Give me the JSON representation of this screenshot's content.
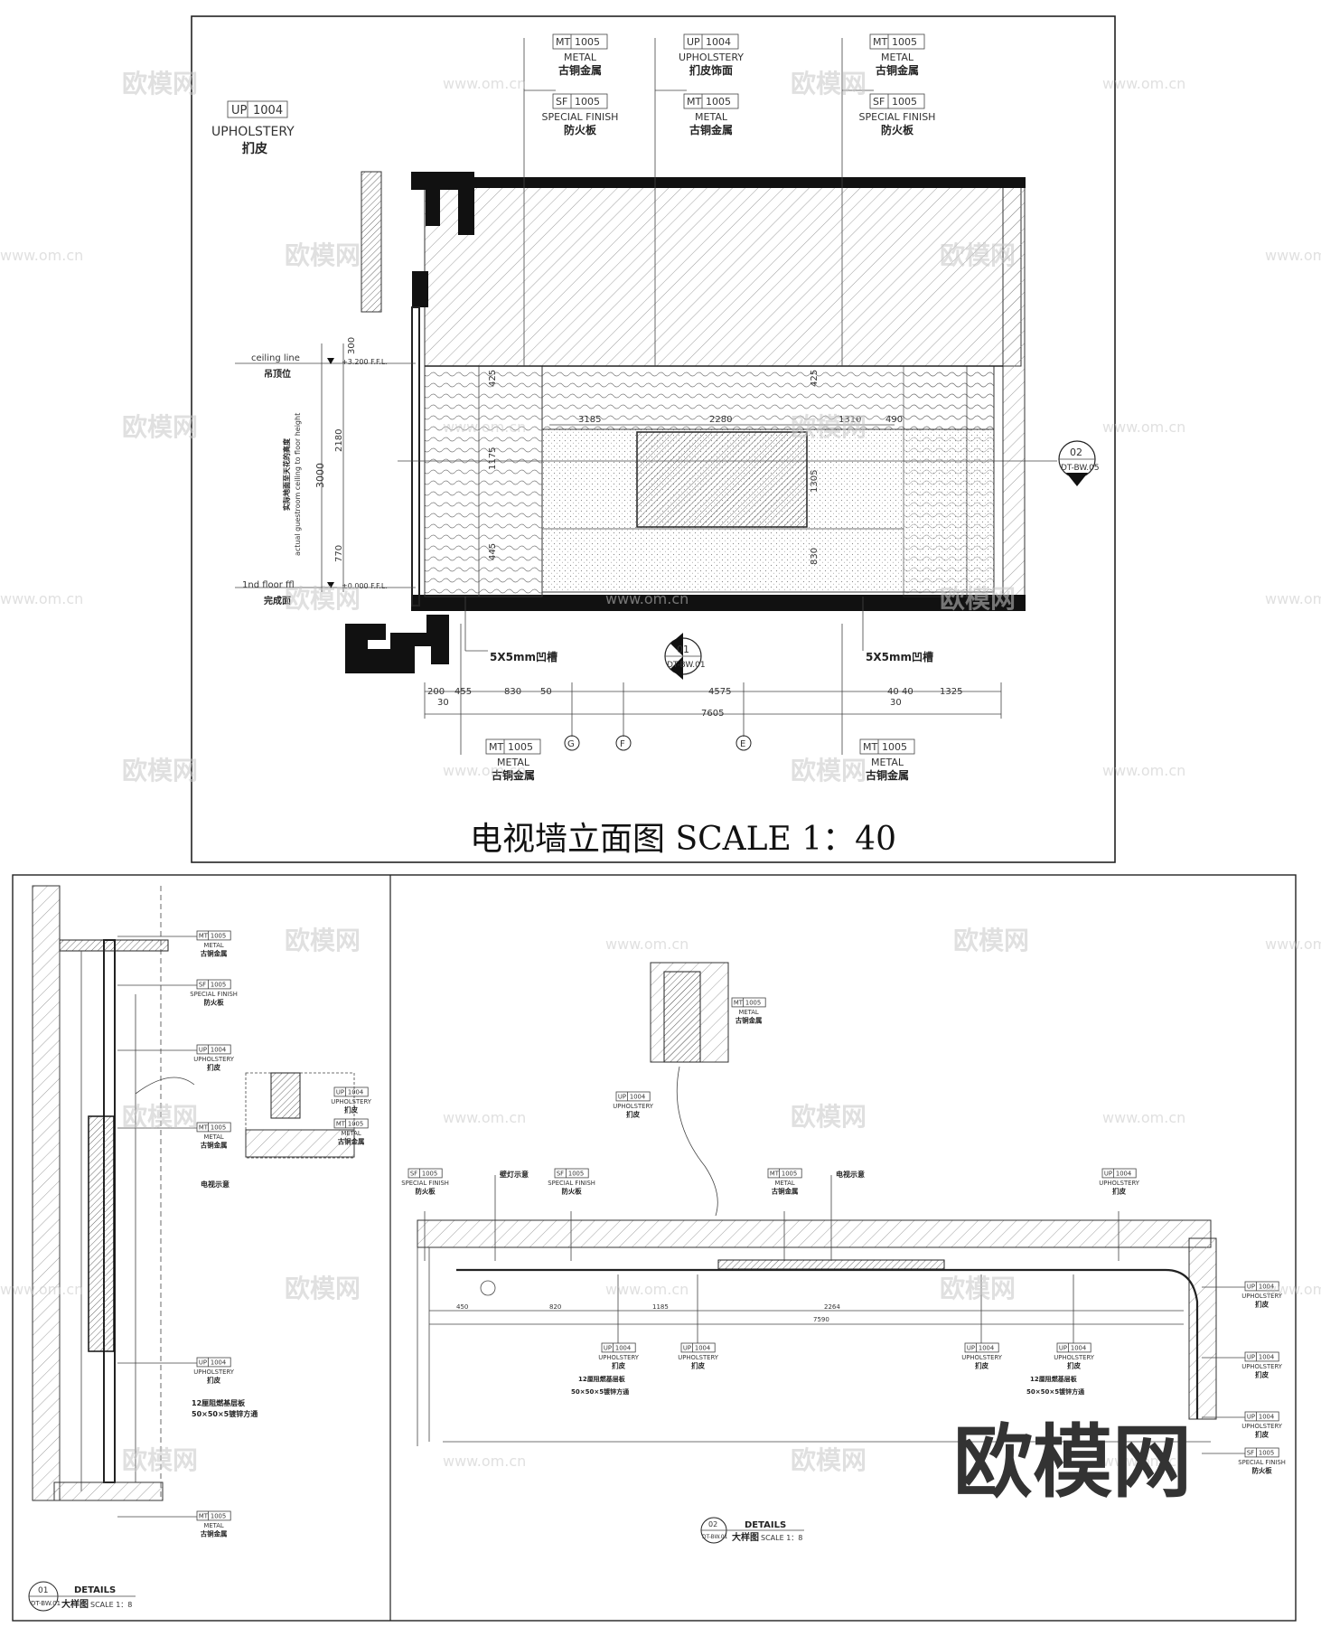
{
  "top_elevation": {
    "title": "电视墙立面图 SCALE 1：40",
    "left_tag": {
      "code": "UP",
      "num": "1004",
      "en": "UPHOLSTERY",
      "cn": "扪皮"
    },
    "top_tags": [
      {
        "upper": {
          "code": "MT",
          "num": "1005",
          "en": "METAL",
          "cn": "古铜金属"
        },
        "lower": {
          "code": "SF",
          "num": "1005",
          "en": "SPECIAL FINISH",
          "cn": "防火板"
        }
      },
      {
        "upper": {
          "code": "UP",
          "num": "1004",
          "en": "UPHOLSTERY",
          "cn": "扪皮饰面"
        },
        "lower": {
          "code": "MT",
          "num": "1005",
          "en": "METAL",
          "cn": "古铜金属"
        }
      },
      {
        "upper": {
          "code": "MT",
          "num": "1005",
          "en": "METAL",
          "cn": "古铜金属"
        },
        "lower": {
          "code": "SF",
          "num": "1005",
          "en": "SPECIAL FINISH",
          "cn": "防火板"
        }
      }
    ],
    "bottom_tags": [
      {
        "code": "MT",
        "num": "1005",
        "en": "METAL",
        "cn": "古铜金属"
      },
      {
        "code": "MT",
        "num": "1005",
        "en": "METAL",
        "cn": "古铜金属"
      }
    ],
    "levels": {
      "ceiling_en": "ceiling line",
      "ceiling_cn": "吊顶位",
      "ceiling_elev": "+3.200 F.F.L.",
      "floor_en": "1nd   floor ffl",
      "floor_cn": "完成面",
      "floor_elev": "±0.000 F.F.L."
    },
    "vertical_note_cn": "实际地面至天花的高度",
    "vertical_note_en": "actual guestroom ceiling to floor height",
    "vertical_dims": [
      "300",
      "2180",
      "770",
      "3000"
    ],
    "inner_dims": [
      "3185",
      "2280",
      "1310",
      "490",
      "1305",
      "830",
      "1175",
      "445",
      "425",
      "425"
    ],
    "groove_left": "5X5mm凹槽",
    "groove_right": "5X5mm凹槽",
    "bottom_dims": [
      "200",
      "455",
      "830",
      "50",
      "4575",
      "40",
      "40",
      "1325",
      "30",
      "30"
    ],
    "total_dim": "7605",
    "grids": [
      "G",
      "F",
      "E"
    ],
    "section_right": {
      "num": "02",
      "ref": "DT-BW.05"
    },
    "section_bottom": {
      "num": "01",
      "ref": "DT-BW.01"
    }
  },
  "detail_left": {
    "tags": [
      {
        "code": "MT",
        "num": "1005",
        "en": "METAL",
        "cn": "古铜金属"
      },
      {
        "code": "SF",
        "num": "1005",
        "en": "SPECIAL FINISH",
        "cn": "防火板"
      },
      {
        "code": "UP",
        "num": "1004",
        "en": "UPHOLSTERY",
        "cn": "扪皮"
      },
      {
        "code": "MT",
        "num": "1005",
        "en": "METAL",
        "cn": "古铜金属"
      },
      {
        "code": "UP",
        "num": "1004",
        "en": "UPHOLSTERY",
        "cn": "扪皮"
      },
      {
        "code": "MT",
        "num": "1005",
        "en": "METAL",
        "cn": "古铜金属"
      }
    ],
    "inset_tags": [
      {
        "code": "UP",
        "num": "1004",
        "en": "UPHOLSTERY",
        "cn": "扪皮"
      },
      {
        "code": "MT",
        "num": "1005",
        "en": "METAL",
        "cn": "古铜金属"
      }
    ],
    "note_tv": "电视示意",
    "note_board": "12厘阻燃基层板",
    "note_steel": "50×50×5镀锌方通",
    "label": {
      "num": "01",
      "ref": "DT-BW.01",
      "en": "DETAILS",
      "cn": "大样图",
      "scale": "SCALE 1：8"
    }
  },
  "detail_right": {
    "inset_tags": [
      {
        "code": "MT",
        "num": "1005",
        "en": "METAL",
        "cn": "古铜金属"
      },
      {
        "code": "UP",
        "num": "1004",
        "en": "UPHOLSTERY",
        "cn": "扪皮"
      }
    ],
    "top_tags": [
      {
        "code": "SF",
        "num": "1005",
        "en": "SPECIAL FINISH",
        "cn": "防火板"
      },
      {
        "code": "SF",
        "num": "1005",
        "en": "SPECIAL FINISH",
        "cn": "防火板"
      },
      {
        "code": "MT",
        "num": "1005",
        "en": "METAL",
        "cn": "古铜金属"
      },
      {
        "code": "UP",
        "num": "1004",
        "en": "UPHOLSTERY",
        "cn": "扪皮"
      }
    ],
    "note_light": "壁灯示意",
    "note_tv": "电视示意",
    "bottom_tags": [
      {
        "code": "UP",
        "num": "1004",
        "en": "UPHOLSTERY",
        "cn": "扪皮"
      },
      {
        "code": "UP",
        "num": "1004",
        "en": "UPHOLSTERY",
        "cn": "扪皮"
      },
      {
        "code": "UP",
        "num": "1004",
        "en": "UPHOLSTERY",
        "cn": "扪皮"
      },
      {
        "code": "UP",
        "num": "1004",
        "en": "UPHOLSTERY",
        "cn": "扪皮"
      }
    ],
    "note_board": "12厘阻燃基层板",
    "note_steel": "50×50×5镀锌方通",
    "right_tags": [
      {
        "code": "UP",
        "num": "1004",
        "en": "UPHOLSTERY",
        "cn": "扪皮"
      },
      {
        "code": "UP",
        "num": "1004",
        "en": "UPHOLSTERY",
        "cn": "扪皮"
      },
      {
        "code": "UP",
        "num": "1004",
        "en": "UPHOLSTERY",
        "cn": "扪皮"
      },
      {
        "code": "SF",
        "num": "1005",
        "en": "SPECIAL FINISH",
        "cn": "防火板"
      }
    ],
    "dims": [
      "450",
      "820",
      "1185",
      "2264",
      "7590"
    ],
    "label": {
      "num": "02",
      "ref": "DT-BW.01",
      "en": "DETAILS",
      "cn": "大样图",
      "scale": "SCALE 1：8"
    }
  },
  "watermark": {
    "logo": "欧模网",
    "url": "www.om.cn"
  },
  "colors": {
    "line": "#222222",
    "fill_dark": "#111111",
    "paper": "#ffffff"
  }
}
